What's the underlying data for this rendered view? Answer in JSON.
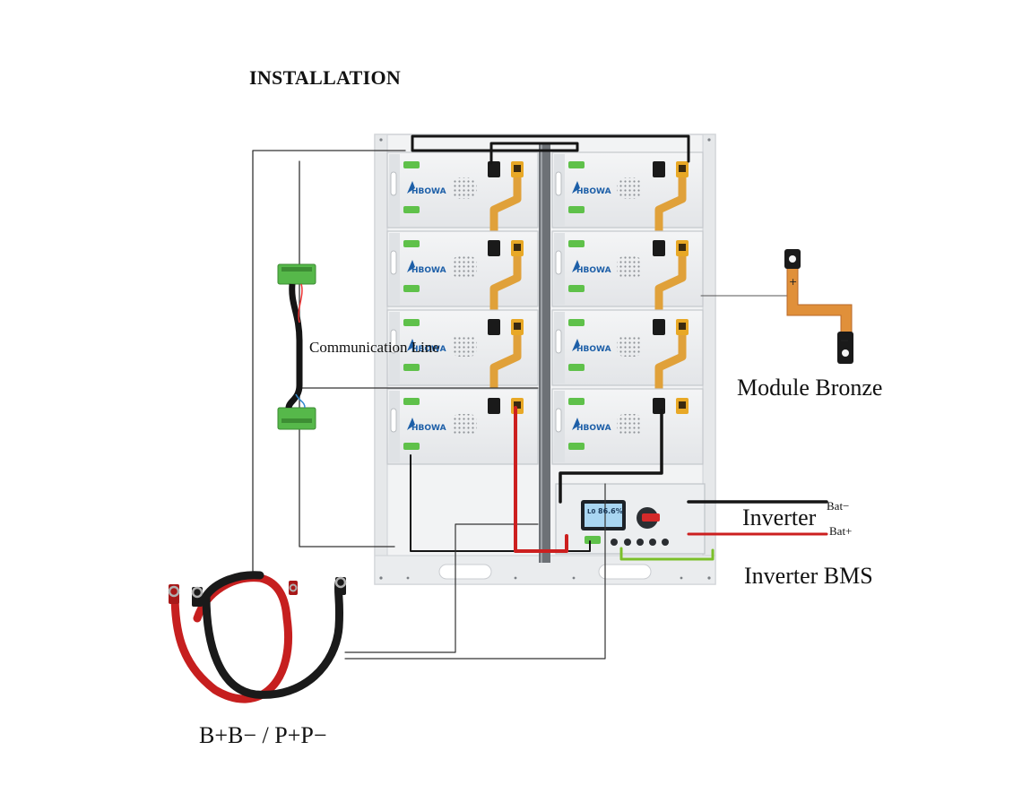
{
  "title": "INSTALLATION",
  "labels": {
    "communication_line": "Communication Line",
    "module_bronze": "Module Bronze",
    "inverter": "Inverter",
    "bat_neg": "Bat−",
    "bat_pos": "Bat+",
    "inverter_bms": "Inverter BMS",
    "cables": "B+B− / P+P−"
  },
  "module_brand": "HBOWA",
  "bms_display": {
    "reading": "86.6%",
    "prefix": "L0"
  },
  "bronze_plus": "+",
  "colors": {
    "positive_wire": "#cc1f1f",
    "negative_wire": "#151515",
    "comm_wire": "#333333",
    "bms_wire": "#7bbf2a",
    "copper_bar": "#e0a13a",
    "connector_green": "#5fc14a",
    "module_body": "#eceef0",
    "rack": "#f1f2f3",
    "brand_blue": "#1d5fa8"
  }
}
